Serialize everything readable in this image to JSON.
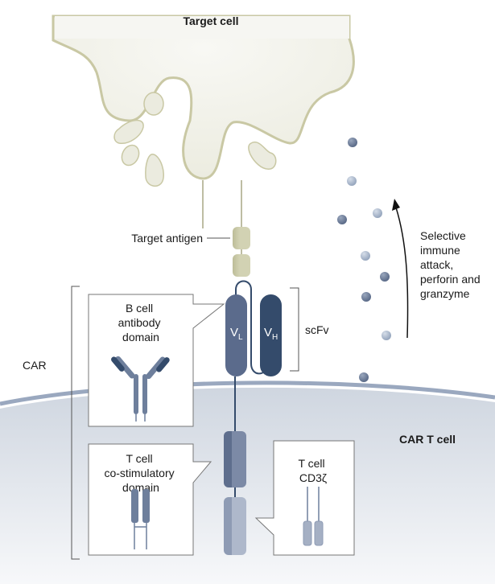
{
  "labels": {
    "target_cell": "Target cell",
    "car_t_cell": "CAR T cell",
    "target_antigen": "Target antigen",
    "car": "CAR",
    "scfv": "scFv",
    "vl_main": "V",
    "vl_sub": "L",
    "vh_main": "V",
    "vh_sub": "H",
    "attack": [
      "Selective",
      "immune",
      "attack,",
      "perforin and",
      "granzyme"
    ],
    "b_cell_box": [
      "B cell",
      "antibody",
      "domain"
    ],
    "costim_box": [
      "T cell",
      "co-stimulatory",
      "domain"
    ],
    "cd3_box": [
      "T cell",
      "CD3ζ"
    ]
  },
  "colors": {
    "target_membrane": "#c9c8a4",
    "target_fill": "#f4f4ee",
    "antigen": "#cfcfae",
    "vl": "#5b6b8c",
    "vh": "#344b6b",
    "tcell_fill": "#d1d8e2",
    "tcell_membrane": "#9aa8bf",
    "costim": "#6e7f9c",
    "cd3": "#a5b0c4",
    "particle_dark": "#6a7a96",
    "particle_light": "#a9b7cc"
  }
}
